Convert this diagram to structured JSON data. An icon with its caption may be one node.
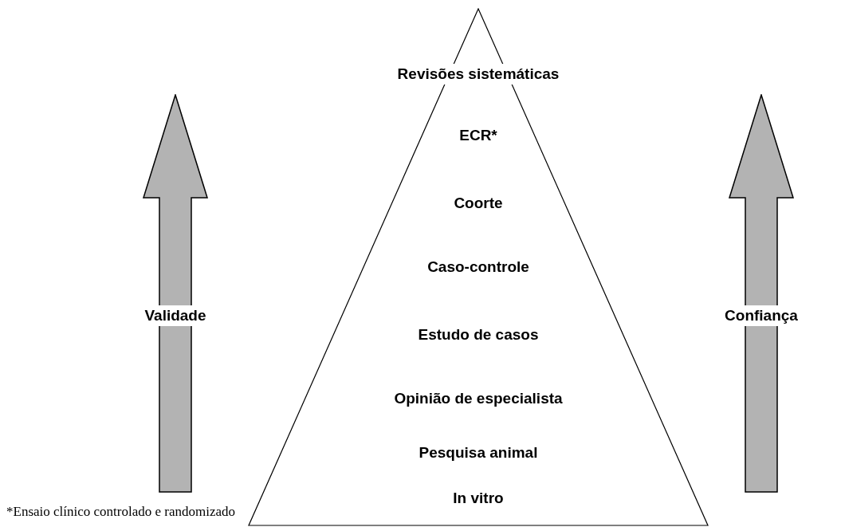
{
  "diagram": {
    "nodes": [
      {
        "text": [
          "Validade"
        ]
      },
      {
        "text": [
          "Revisões sistemáticas",
          "ECR*",
          "Coorte",
          "Caso-controle",
          "Estudo de casos",
          "Opinião de especialista",
          "Pesquisa animal",
          "In vitro"
        ]
      },
      {
        "text": [
          "Confiança"
        ]
      }
    ],
    "labels": [
      "*Ensaio clínico controlado e randomizado"
    ]
  }
}
